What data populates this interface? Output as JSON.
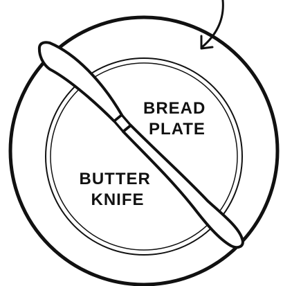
{
  "labels": {
    "bread_plate": [
      "BREAD",
      "PLATE"
    ],
    "butter_knife": [
      "BUTTER",
      "KNIFE"
    ]
  },
  "icons": {
    "pointer_arrow": "curved-arrow-icon"
  },
  "colors": {
    "ink": "#111111",
    "paper": "#ffffff"
  }
}
